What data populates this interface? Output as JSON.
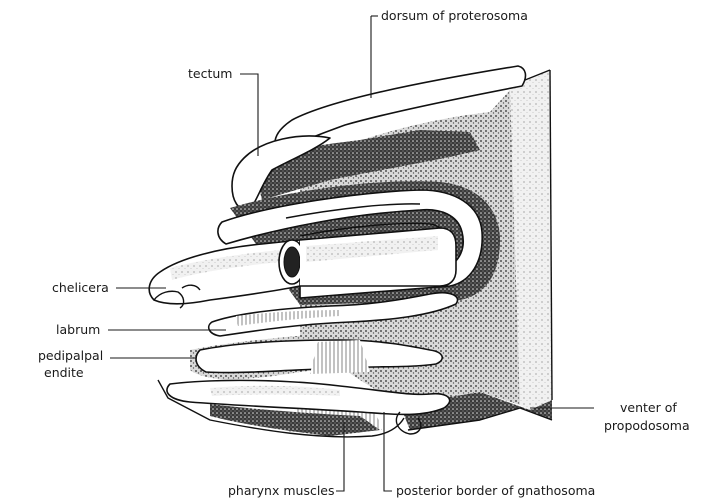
{
  "diagram": {
    "labels": {
      "dorsum": "dorsum of proterosoma",
      "tectum": "tectum",
      "chelicera": "chelicera",
      "labrum": "labrum",
      "pedipalpal_line1": "pedipalpal",
      "pedipalpal_line2": "endite",
      "venter_line1": "venter of",
      "venter_line2": "propodosoma",
      "pharynx": "pharynx muscles",
      "posterior": "posterior border of gnathosoma"
    }
  },
  "colors": {
    "ink": "#111111",
    "paper": "#ffffff"
  }
}
